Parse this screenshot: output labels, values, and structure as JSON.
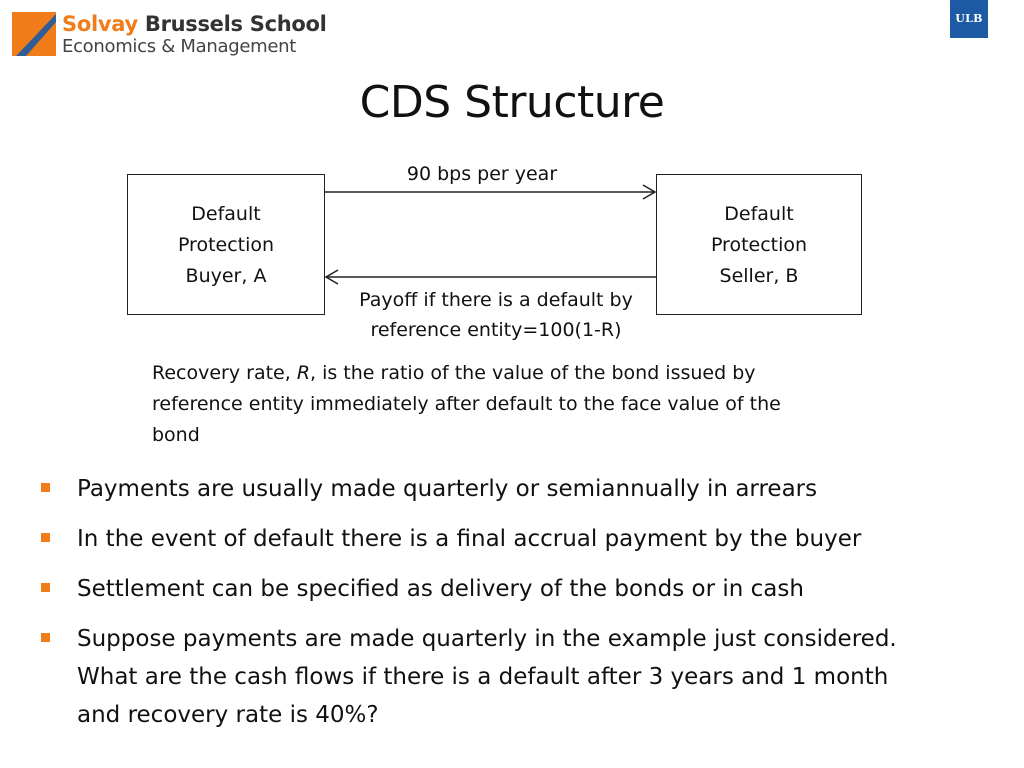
{
  "header": {
    "logo_brand": "Solvay",
    "logo_name": "Brussels School",
    "logo_subtitle": "Economics & Management",
    "badge": "ULB",
    "colors": {
      "accent": "#f07d1a",
      "badge_blue": "#1c5aa3"
    }
  },
  "title": "CDS Structure",
  "diagram": {
    "buyer": [
      "Default",
      "Protection",
      "Buyer, A"
    ],
    "seller": [
      "Default",
      "Protection",
      "Seller, B"
    ],
    "premium_label": "90 bps per year",
    "payoff_label": [
      "Payoff if there is a default by",
      "reference entity=100(1-R)"
    ]
  },
  "recovery_note": {
    "line1_before": "Recovery rate, ",
    "line1_symbol": "R",
    "line1_after": ", is the ratio of the value of the bond issued by",
    "line2": "reference entity immediately after default to the face value of the",
    "line3": "bond"
  },
  "bullets": [
    {
      "lines": [
        "Payments are usually made quarterly or semiannually in arrears"
      ]
    },
    {
      "lines": [
        "In the event of default there is a final accrual payment by the buyer"
      ]
    },
    {
      "lines": [
        "Settlement can be specified as delivery of the bonds or in cash"
      ]
    },
    {
      "lines": [
        "Suppose payments are made quarterly in the example just considered.",
        "What are the cash flows if there is a default after 3 years and 1 month",
        "and recovery rate is 40%?"
      ]
    }
  ]
}
